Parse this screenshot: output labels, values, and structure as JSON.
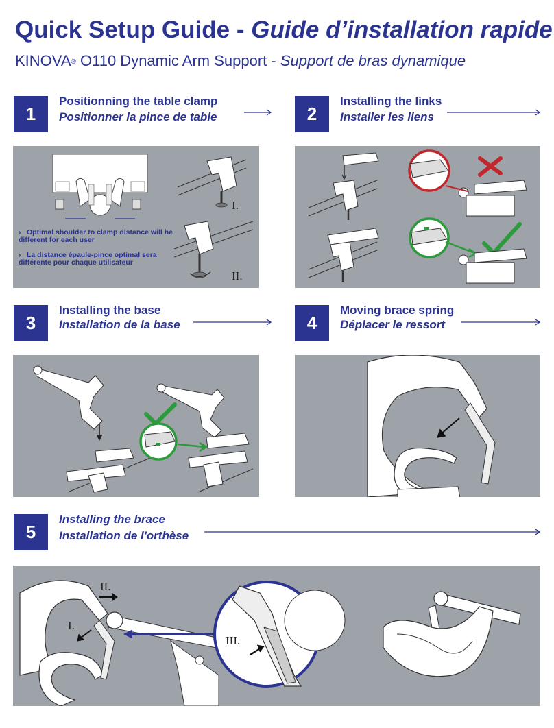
{
  "header": {
    "title_en": "Quick Setup Guide - ",
    "title_fr": "Guide d’installation rapide",
    "brand": "KINOVA",
    "registered": "®",
    "product_en": " O110 Dynamic Arm Support - ",
    "product_fr": "Support de bras dynamique"
  },
  "steps": [
    {
      "number": "1",
      "title_en": "Positionning the table clamp",
      "title_fr": "Positionner la pince de table"
    },
    {
      "number": "2",
      "title_en": "Installing the links",
      "title_fr": "Installer les liens"
    },
    {
      "number": "3",
      "title_en": "Installing the base",
      "title_fr": "Installation de la base"
    },
    {
      "number": "4",
      "title_en": "Moving brace spring",
      "title_fr": "Déplacer le ressort"
    },
    {
      "number": "5",
      "title_en": "Installing the brace",
      "title_fr": "Installation de l'orthèse"
    }
  ],
  "step1": {
    "bullet_en": "Optimal shoulder to clamp distance will be different for each user",
    "bullet_fr": "La distance épaule-pince optimal sera différente pour chaque utilisateur",
    "label_i": "I.",
    "label_ii": "II."
  },
  "step5": {
    "label_i": "I.",
    "label_ii": "II.",
    "label_iii": "III."
  },
  "colors": {
    "brand_blue": "#2b3490",
    "panel_gray": "#9ea2a9",
    "ok_green": "#2e9a3e",
    "bad_red": "#c0282d"
  }
}
